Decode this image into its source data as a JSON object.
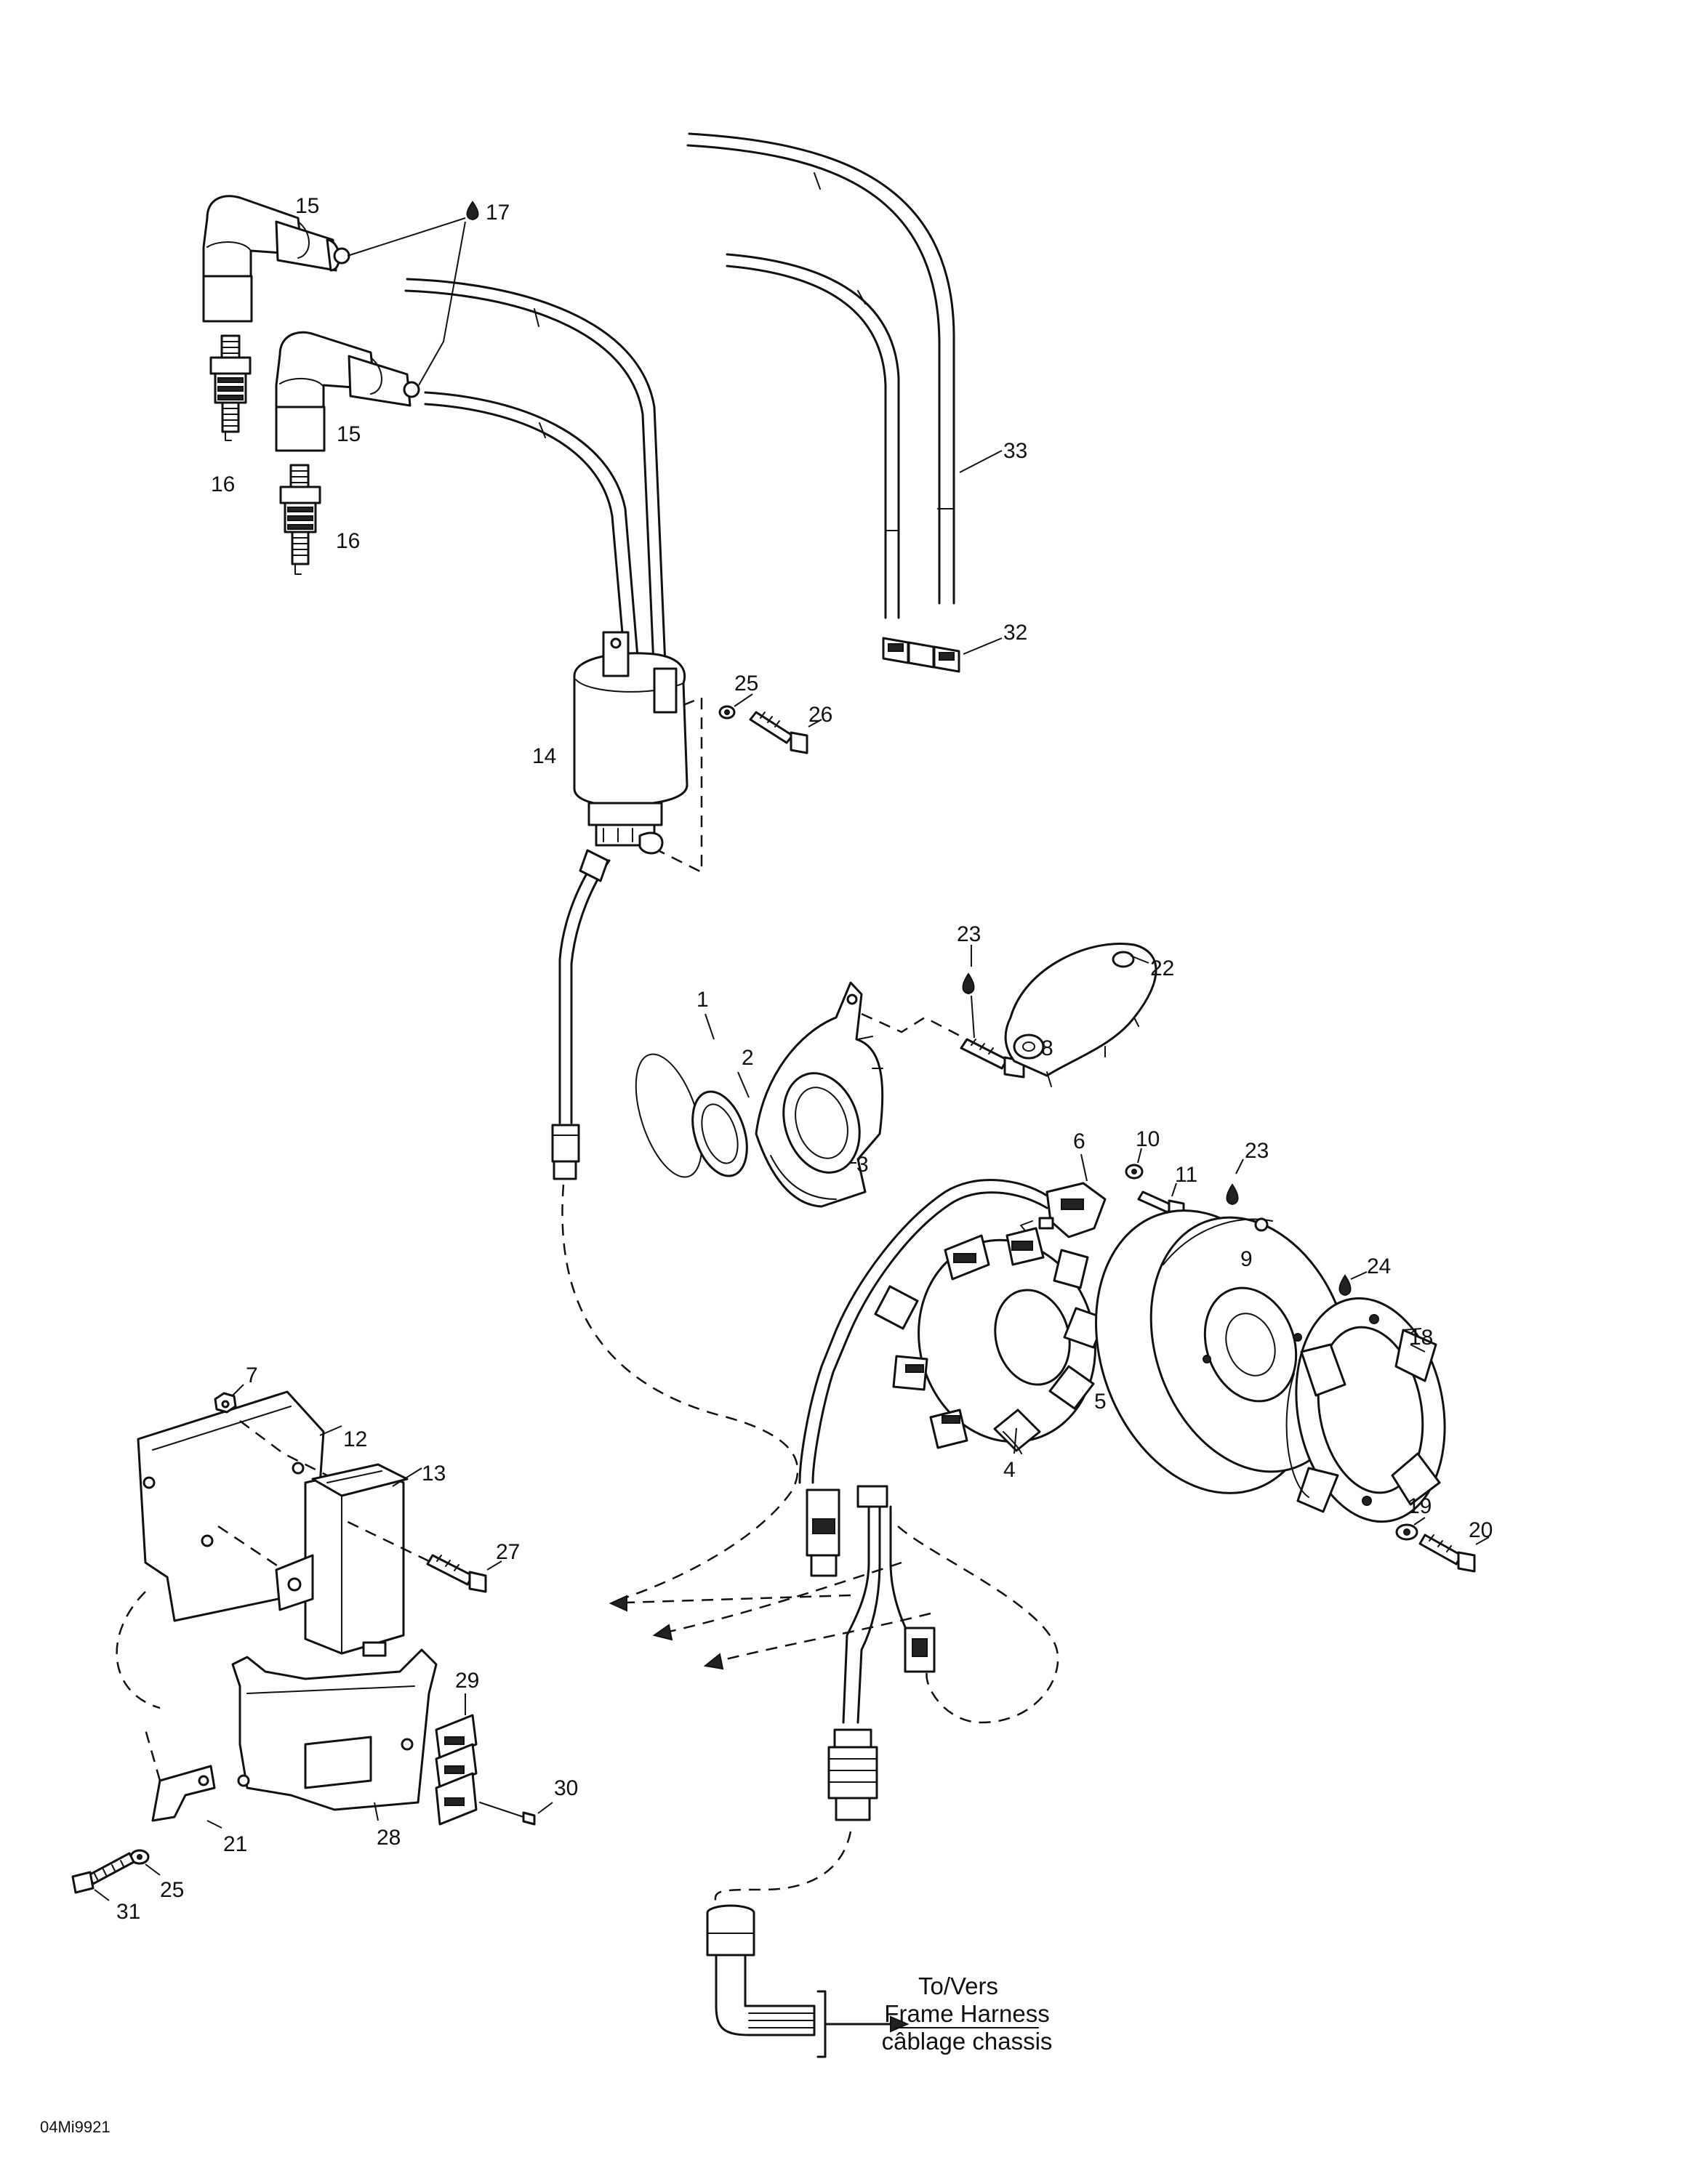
{
  "diagram": {
    "callouts": [
      {
        "id": "c1",
        "label": "1"
      },
      {
        "id": "c2",
        "label": "2"
      },
      {
        "id": "c3",
        "label": "3"
      },
      {
        "id": "c4",
        "label": "4"
      },
      {
        "id": "c5",
        "label": "5"
      },
      {
        "id": "c6",
        "label": "6"
      },
      {
        "id": "c7",
        "label": "7"
      },
      {
        "id": "c8",
        "label": "8"
      },
      {
        "id": "c9",
        "label": "9"
      },
      {
        "id": "c10",
        "label": "10"
      },
      {
        "id": "c11",
        "label": "11"
      },
      {
        "id": "c12",
        "label": "12"
      },
      {
        "id": "c13",
        "label": "13"
      },
      {
        "id": "c14",
        "label": "14"
      },
      {
        "id": "c15a",
        "label": "15"
      },
      {
        "id": "c15b",
        "label": "15"
      },
      {
        "id": "c16a",
        "label": "16"
      },
      {
        "id": "c16b",
        "label": "16"
      },
      {
        "id": "c17",
        "label": "17"
      },
      {
        "id": "c18",
        "label": "18"
      },
      {
        "id": "c19",
        "label": "19"
      },
      {
        "id": "c20",
        "label": "20"
      },
      {
        "id": "c21",
        "label": "21"
      },
      {
        "id": "c22",
        "label": "22"
      },
      {
        "id": "c23a",
        "label": "23"
      },
      {
        "id": "c23b",
        "label": "23"
      },
      {
        "id": "c24",
        "label": "24"
      },
      {
        "id": "c25a",
        "label": "25"
      },
      {
        "id": "c25b",
        "label": "25"
      },
      {
        "id": "c26",
        "label": "26"
      },
      {
        "id": "c27",
        "label": "27"
      },
      {
        "id": "c28",
        "label": "28"
      },
      {
        "id": "c29",
        "label": "29"
      },
      {
        "id": "c30",
        "label": "30"
      },
      {
        "id": "c31",
        "label": "31"
      },
      {
        "id": "c32",
        "label": "32"
      },
      {
        "id": "c33",
        "label": "33"
      }
    ],
    "connection_note": {
      "line1": "To/Vers",
      "line2": "Frame Harness",
      "line3": "câblage chassis"
    },
    "figure_code": "04Mi9921"
  }
}
